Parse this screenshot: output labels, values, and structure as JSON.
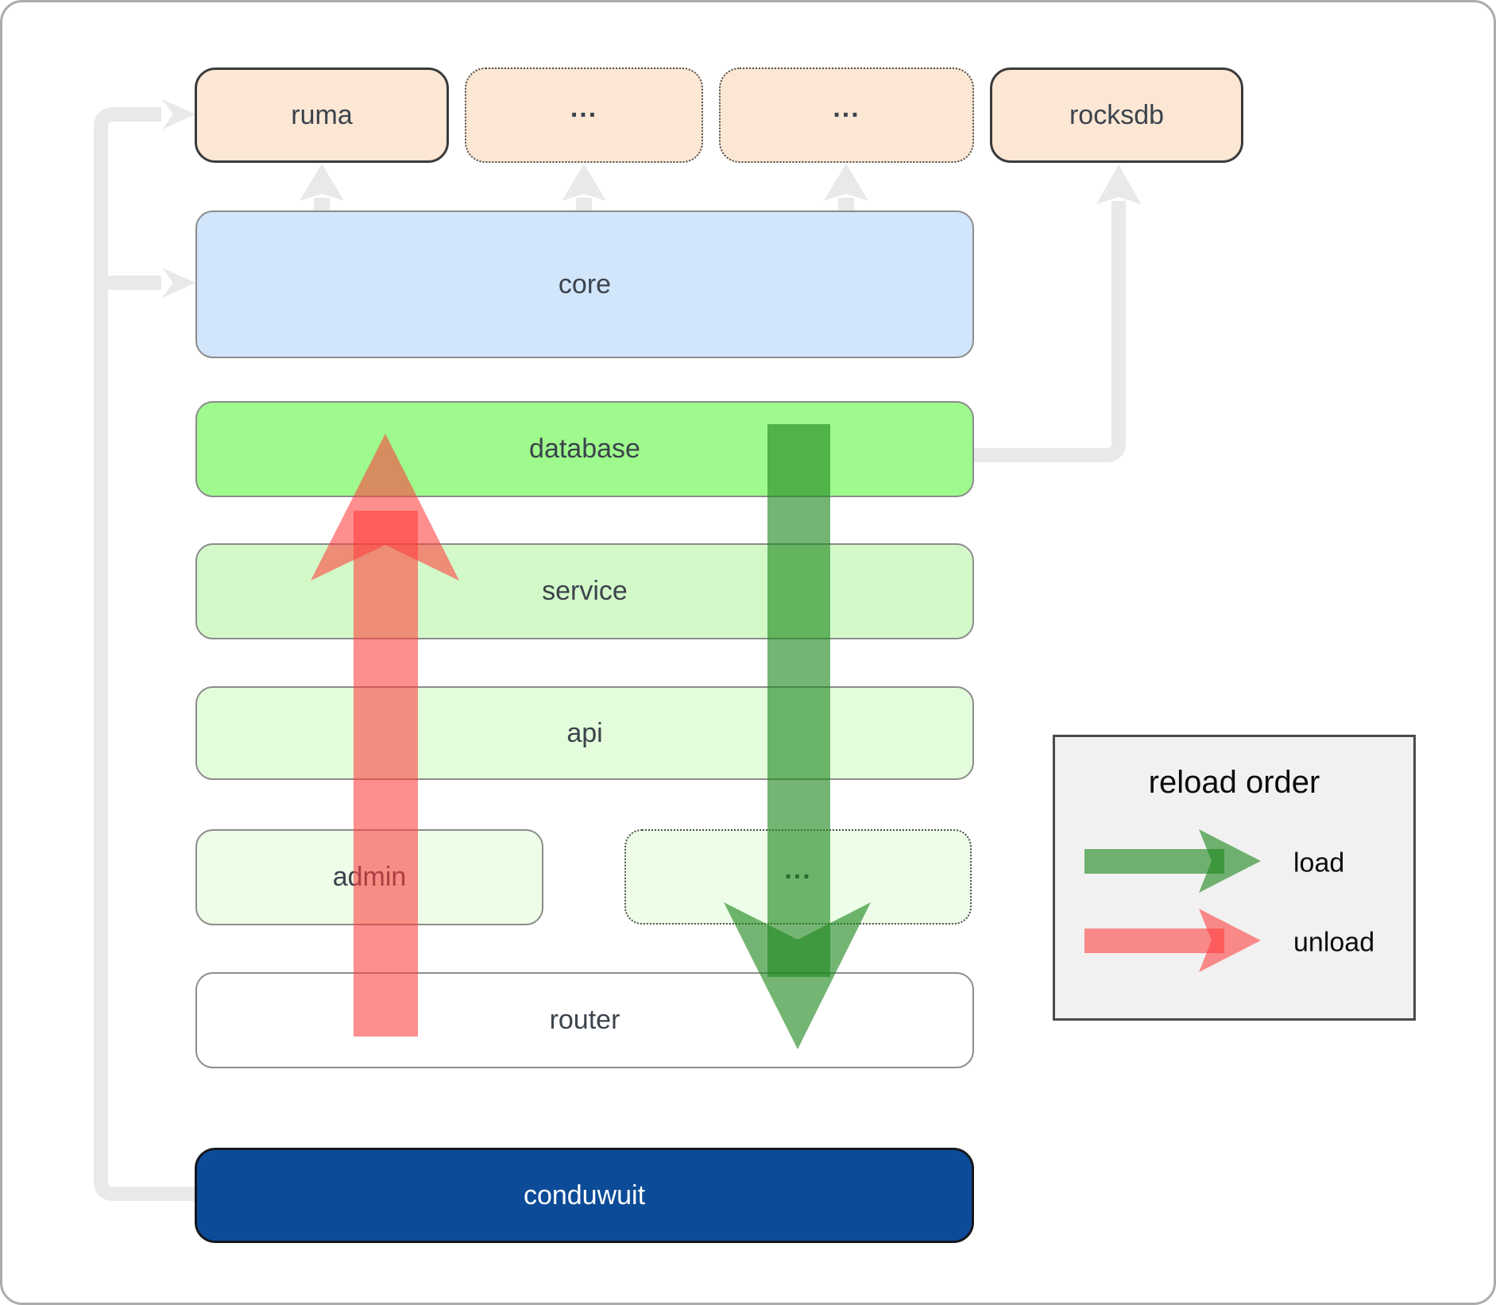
{
  "diagram": {
    "top_row": [
      {
        "id": "ruma",
        "label": "ruma",
        "border": "solid"
      },
      {
        "id": "ellipsis-1",
        "label": "...",
        "border": "dotted"
      },
      {
        "id": "ellipsis-2",
        "label": "...",
        "border": "dotted"
      },
      {
        "id": "rocksdb",
        "label": "rocksdb",
        "border": "solid"
      }
    ],
    "layers": [
      {
        "id": "core",
        "label": "core"
      },
      {
        "id": "database",
        "label": "database"
      },
      {
        "id": "service",
        "label": "service"
      },
      {
        "id": "api",
        "label": "api"
      }
    ],
    "admin_row": [
      {
        "id": "admin",
        "label": "admin",
        "border": "solid"
      },
      {
        "id": "ellipsis-3",
        "label": "...",
        "border": "dotted"
      }
    ],
    "router": {
      "label": "router"
    },
    "root": {
      "label": "conduwuit"
    }
  },
  "legend": {
    "title": "reload order",
    "items": [
      {
        "label": "load",
        "color": "#1e871e"
      },
      {
        "label": "unload",
        "color": "#ff3c3c"
      }
    ]
  },
  "colors": {
    "canvas_border": "#ababab",
    "connector_gray": "#e9e9e9",
    "border_dark": "#3a3a3a",
    "border_gray": "#8c8c8c",
    "border_dotted": "#4d4d4d",
    "label_text": "#3c434c",
    "peach": "#fce7d5",
    "blue": "#d1e5fb",
    "green_bright": "#9efa8c",
    "green_light": "#d3f9c9",
    "green_lighter": "#e3fcdb",
    "green_faint": "#edfde8",
    "navy": "#0c4b97",
    "legend_bg": "#f1f1f1",
    "legend_border": "#4a4a4a",
    "load_base": "#1e871e",
    "unload_base": "#ff3c3c"
  }
}
